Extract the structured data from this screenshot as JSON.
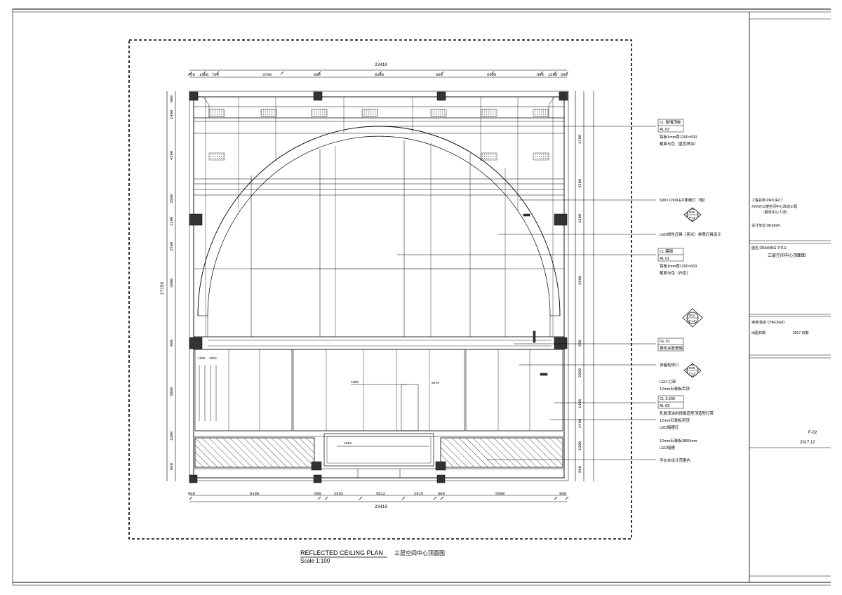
{
  "drawing": {
    "title_en": "REFLECTED CEILING PLAN",
    "title_cn": "三层空间中心顶面图",
    "scale": "Scale 1:100",
    "overall_width_top": "23410",
    "overall_width_bottom": "23410",
    "overall_height_left": "27150",
    "top_dims": [
      "900",
      "1500",
      "700",
      "3700",
      "600",
      "8100",
      "500",
      "6500",
      "900",
      "1500",
      "500"
    ],
    "bottom_dims": [
      "900",
      "9100",
      "600",
      "2652",
      "5012",
      "2615",
      "600",
      "5000",
      "900"
    ],
    "left_dims": [
      "900",
      "1400",
      "4500",
      "3500",
      "1200",
      "2500",
      "3800",
      "900",
      "5000",
      "1200",
      "900"
    ],
    "right_dims": [
      "1700",
      "4500",
      "1200",
      "3900",
      "900",
      "2200",
      "1400",
      "1400",
      "1300",
      "900"
    ],
    "inner_dims": [
      "1915",
      "2670",
      "1800",
      "1800"
    ]
  },
  "annotations": [
    {
      "code": "CL  玻璃顶板",
      "sub": "AL  02",
      "desc1": "铝板1mm厚1200×600",
      "desc2": "截面与色（蓝色喷涂）"
    },
    {
      "code": "",
      "sub": "",
      "desc1": "600×1200LED面板灯（暗）",
      "desc2": ""
    },
    {
      "code": "",
      "sub": "",
      "desc1": "LED线性灯具（亮光）参照灯具设计",
      "desc2": ""
    },
    {
      "code": "CL  膜面",
      "sub": "AL  01",
      "desc1": "铝板1mm厚1200×600",
      "desc2": "截面与色（白色）"
    },
    {
      "code": "GL  01",
      "sub": "",
      "desc1": "钢化夹胶玻璃",
      "desc2": "设备检修口"
    },
    {
      "code": "",
      "sub": "",
      "desc1": "LED 灯带",
      "desc2": "12mm石膏板吊顶"
    },
    {
      "code": "CL  3.200",
      "sub": "AL  03",
      "desc1": "乳胶漆涂料饰面造型顶造型灯带",
      "desc2": "12mm石膏板吊顶"
    },
    {
      "code": "",
      "sub": "",
      "desc1": "LED暗槽灯",
      "desc2": "12mm石膏板3850mm"
    },
    {
      "code": "",
      "sub": "",
      "desc1": "LED暗槽",
      "desc2": "不在本设计范围内"
    }
  ],
  "section_marks": [
    {
      "top": "D06",
      "bottom": "F-10"
    },
    {
      "top": "D02",
      "bottom": "F-10"
    },
    {
      "top": "D08",
      "bottom": "F-10"
    }
  ],
  "title_block": {
    "project_label": "工程名称 PROJECT",
    "project_name": "XXX办公楼空间中心改造工程",
    "project_sub": "（服务中心人流）",
    "designer_label": "设计单位 DESIGN",
    "drawing_name_label": "图名 DRAWING TITLE",
    "drawing_name": "三层空间中心顶面图",
    "checked_label": "审核/签名 CHECKED",
    "date_label": "出图日期",
    "date": "2017 日期",
    "sheet_no": "F-02",
    "sheet_date": "2017.12"
  }
}
